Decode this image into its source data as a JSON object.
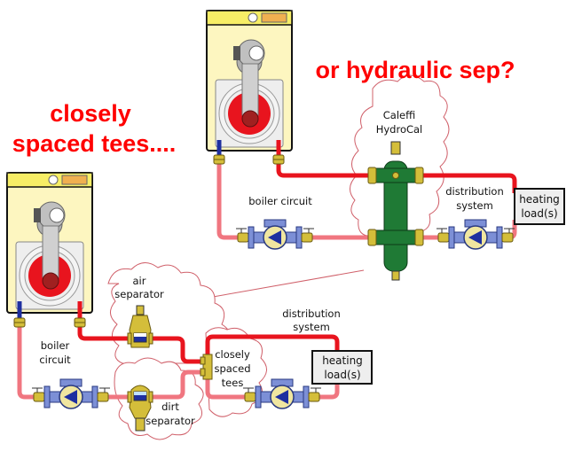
{
  "headings": {
    "closely_line1": "closely",
    "closely_line2": "spaced tees....",
    "hydraulic": "or hydraulic sep?"
  },
  "top_system": {
    "separator_label_line1": "Caleffi",
    "separator_label_line2": "HydroCal",
    "boiler_circuit_label": "boiler circuit",
    "distribution_line1": "distribution",
    "distribution_line2": "system",
    "load_line1": "heating",
    "load_line2": "load(s)"
  },
  "bottom_system": {
    "boiler_circuit_line1": "boiler",
    "boiler_circuit_line2": "circuit",
    "air_sep_line1": "air",
    "air_sep_line2": "separator",
    "dirt_sep_line1": "dirt",
    "dirt_sep_line2": "separator",
    "tees_line1": "closely",
    "tees_line2": "spaced",
    "tees_line3": "tees",
    "distribution_line1": "distribution",
    "distribution_line2": "system",
    "load_line1": "heating",
    "load_line2": "load(s)"
  },
  "colors": {
    "supply_pipe": "#e8141e",
    "return_pipe": "#f07680",
    "cold_stub": "#1e2fa0",
    "boiler_body": "#fdf6c0",
    "brass": "#d4be3a",
    "pump_blue": "#7c8fd6",
    "hydrocal_green": "#1f7a35",
    "heading_red": "#ff0000",
    "cloud_outline": "#d0606a"
  }
}
